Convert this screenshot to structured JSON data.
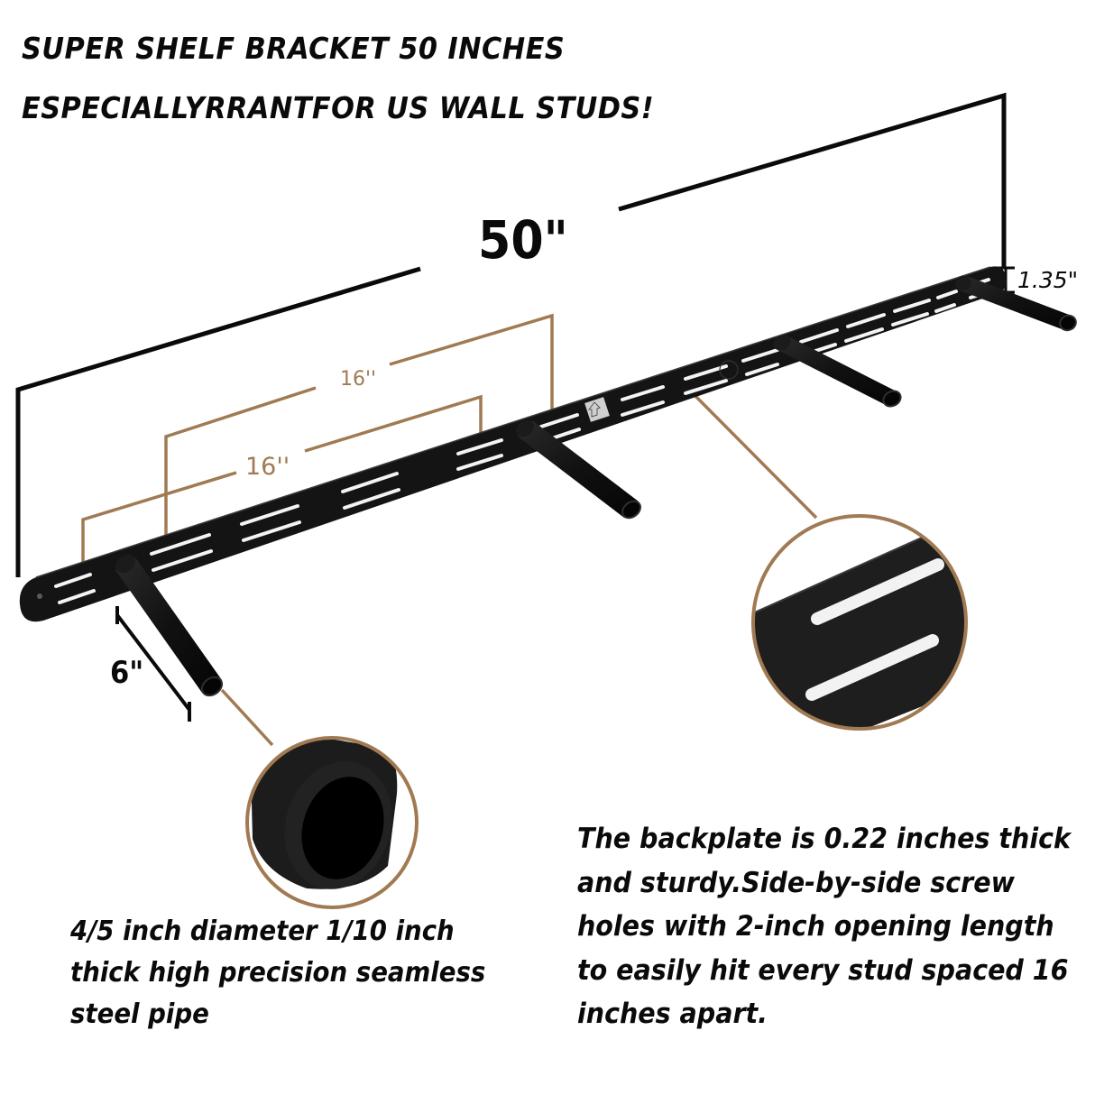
{
  "header": {
    "title_line_1": "SUPER SHELF BRACKET 50 INCHES",
    "title_line_2": "ESPECIALLYRRANTFOR US WALL STUDS!"
  },
  "dimensions": {
    "total_length": "50\"",
    "plate_height": "1.35\"",
    "stud_spacing_upper": "16''",
    "stud_spacing_lower": "16''",
    "arm_length": "6\""
  },
  "callouts": {
    "pipe": {
      "text": "4/5 inch diameter 1/10 inch thick high precision seamless steel pipe",
      "icon": "pipe-end-closeup"
    },
    "backplate": {
      "text": "The backplate is 0.22 inches thick and sturdy.Side-by-side screw holes with 2-inch opening length to easily hit every stud spaced 16 inches apart.",
      "icon": "backplate-slot-closeup"
    }
  },
  "product": {
    "arms_count": 4,
    "label_icon": "up-arrow-label"
  },
  "colors": {
    "background": "#ffffff",
    "text": "#0a0a0a",
    "accent_brown": "#a07a52",
    "bracket_black": "#141414"
  }
}
